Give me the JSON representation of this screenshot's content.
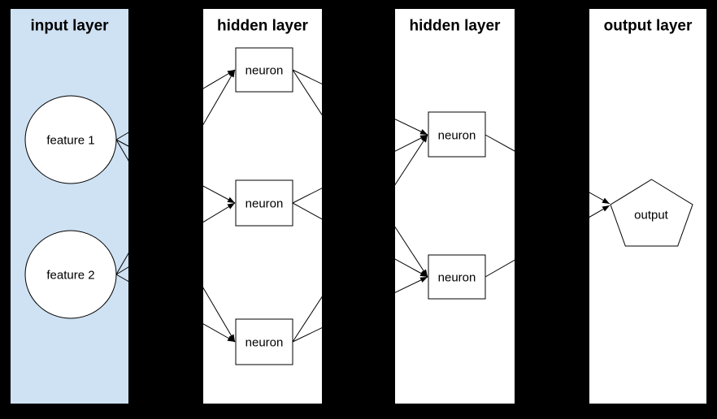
{
  "canvas": {
    "background_color": "#000000",
    "stroke_color": "#000000",
    "text_color": "#000000"
  },
  "layers": [
    {
      "id": "input",
      "title": "input layer",
      "fill": "#cfe2f3"
    },
    {
      "id": "hidden1",
      "title": "hidden layer",
      "fill": "#ffffff"
    },
    {
      "id": "hidden2",
      "title": "hidden layer",
      "fill": "#ffffff"
    },
    {
      "id": "output",
      "title": "output layer",
      "fill": "#ffffff"
    }
  ],
  "nodes": {
    "feature1": {
      "label": "feature 1",
      "shape": "circle",
      "layer": "input"
    },
    "feature2": {
      "label": "feature 2",
      "shape": "circle",
      "layer": "input"
    },
    "h1n1": {
      "label": "neuron",
      "shape": "rectangle",
      "layer": "hidden1"
    },
    "h1n2": {
      "label": "neuron",
      "shape": "rectangle",
      "layer": "hidden1"
    },
    "h1n3": {
      "label": "neuron",
      "shape": "rectangle",
      "layer": "hidden1"
    },
    "h2n1": {
      "label": "neuron",
      "shape": "rectangle",
      "layer": "hidden2"
    },
    "h2n2": {
      "label": "neuron",
      "shape": "rectangle",
      "layer": "hidden2"
    },
    "out": {
      "label": "output",
      "shape": "pentagon",
      "layer": "output"
    }
  },
  "edges": [
    {
      "from": "feature1",
      "to": "h1n1"
    },
    {
      "from": "feature1",
      "to": "h1n2"
    },
    {
      "from": "feature1",
      "to": "h1n3"
    },
    {
      "from": "feature2",
      "to": "h1n1"
    },
    {
      "from": "feature2",
      "to": "h1n2"
    },
    {
      "from": "feature2",
      "to": "h1n3"
    },
    {
      "from": "h1n1",
      "to": "h2n1"
    },
    {
      "from": "h1n1",
      "to": "h2n2"
    },
    {
      "from": "h1n2",
      "to": "h2n1"
    },
    {
      "from": "h1n2",
      "to": "h2n2"
    },
    {
      "from": "h1n3",
      "to": "h2n1"
    },
    {
      "from": "h1n3",
      "to": "h2n2"
    },
    {
      "from": "h2n1",
      "to": "out"
    },
    {
      "from": "h2n2",
      "to": "out"
    }
  ]
}
